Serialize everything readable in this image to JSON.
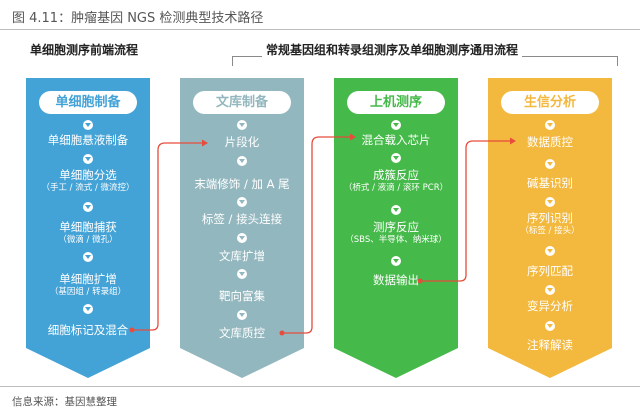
{
  "figure_title": "图 4.11：肿瘤基因 NGS 检测典型技术路径",
  "left_section_title": "单细胞测序前端流程",
  "right_section_title": "常规基因组和转录组测序及单细胞测序通用流程",
  "source": "信息来源：基因慧整理",
  "colors": {
    "single_cell": "#43a2d6",
    "library": "#93b7be",
    "sequencing": "#45b949",
    "bioinfo": "#f3b83e",
    "connector": "#e74c3c"
  },
  "columns": [
    {
      "header": "单细胞制备",
      "items": [
        {
          "label": "单细胞悬液制备"
        },
        {
          "label": "单细胞分选",
          "sub": "（手工 / 流式 / 微流控）"
        },
        {
          "label": "单细胞捕获",
          "sub": "（微滴 / 微孔）"
        },
        {
          "label": "单细胞扩增",
          "sub": "（基因组 / 转录组）"
        },
        {
          "label": "细胞标记及混合"
        }
      ]
    },
    {
      "header": "文库制备",
      "items": [
        {
          "label": "片段化"
        },
        {
          "label": "末端修饰 / 加 A 尾"
        },
        {
          "label": "标签 / 接头连接"
        },
        {
          "label": "文库扩增"
        },
        {
          "label": "靶向富集"
        },
        {
          "label": "文库质控"
        }
      ]
    },
    {
      "header": "上机测序",
      "items": [
        {
          "label": "混合载入芯片"
        },
        {
          "label": "成簇反应",
          "sub": "（桥式 / 液滴 / 滚环 PCR）"
        },
        {
          "label": "测序反应",
          "sub": "（SBS、半导体、纳米球）"
        },
        {
          "label": "数据输出"
        }
      ]
    },
    {
      "header": "生信分析",
      "items": [
        {
          "label": "数据质控"
        },
        {
          "label": "碱基识别"
        },
        {
          "label": "序列识别",
          "sub": "（标签 / 接头）"
        },
        {
          "label": "序列匹配"
        },
        {
          "label": "变异分析"
        },
        {
          "label": "注释解读"
        }
      ]
    }
  ]
}
